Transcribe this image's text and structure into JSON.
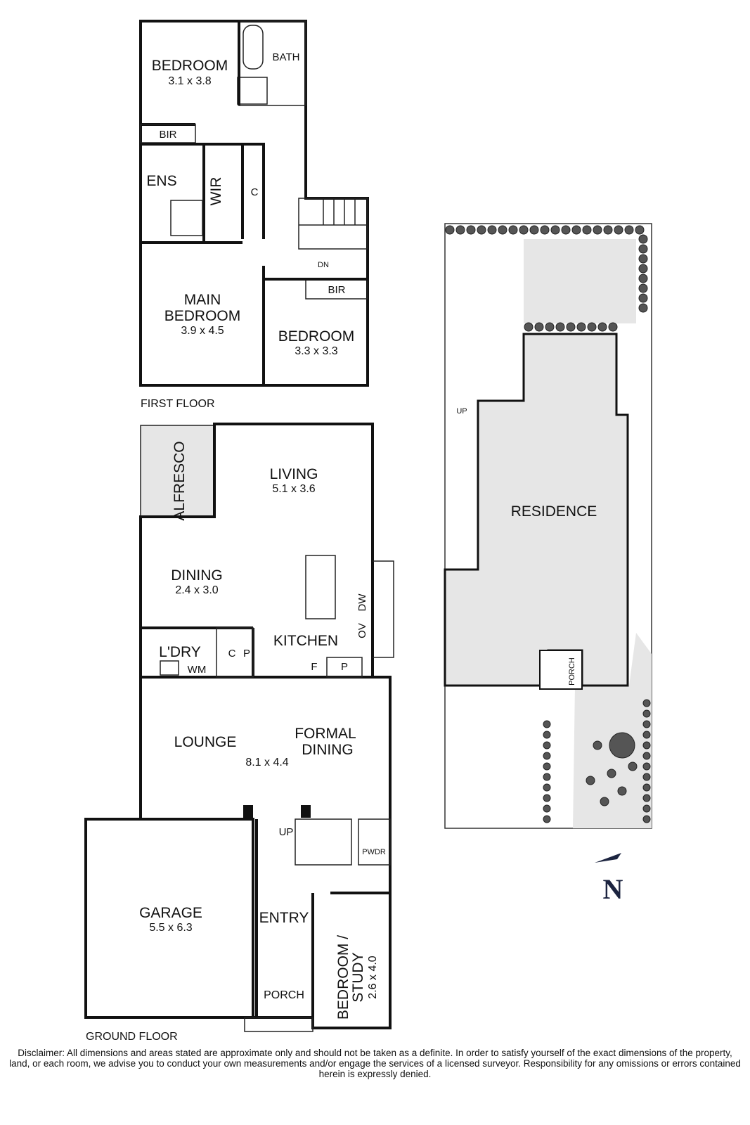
{
  "first_floor": {
    "title": "FIRST FLOOR",
    "rooms": [
      {
        "name": "BEDROOM",
        "dims": "3.1 x 3.8"
      },
      {
        "name": "BATH"
      },
      {
        "name": "BIR"
      },
      {
        "name": "ENS"
      },
      {
        "name": "WIR"
      },
      {
        "name": "C"
      },
      {
        "name": "DN"
      },
      {
        "name": "BIR"
      },
      {
        "name": "MAIN",
        "name2": "BEDROOM",
        "dims": "3.9 x 4.5"
      },
      {
        "name": "BEDROOM",
        "dims": "3.3 x 3.3"
      }
    ]
  },
  "ground_floor": {
    "title": "GROUND FLOOR",
    "rooms": [
      {
        "name": "ALFRESCO"
      },
      {
        "name": "LIVING",
        "dims": "5.1 x 3.6"
      },
      {
        "name": "DINING",
        "dims": "2.4 x 3.0"
      },
      {
        "name": "KITCHEN"
      },
      {
        "name": "DW"
      },
      {
        "name": "OV"
      },
      {
        "name": "L'DRY"
      },
      {
        "name": "WM"
      },
      {
        "name": "C"
      },
      {
        "name": "P"
      },
      {
        "name": "F"
      },
      {
        "name": "P"
      },
      {
        "name": "LOUNGE"
      },
      {
        "name": "FORMAL",
        "name2": "DINING"
      },
      {
        "dims": "8.1 x 4.4"
      },
      {
        "name": "UP"
      },
      {
        "name": "PWDR"
      },
      {
        "name": "GARAGE",
        "dims": "5.5 x 6.3"
      },
      {
        "name": "ENTRY"
      },
      {
        "name": "PORCH"
      },
      {
        "name": "BEDROOM /",
        "name2": "STUDY",
        "dims": "2.6 x 4.0"
      }
    ]
  },
  "site_plan": {
    "residence": "RESIDENCE",
    "porch": "PORCH",
    "up": "UP",
    "north": "N"
  },
  "disclaimer": "Disclaimer: All dimensions and areas stated are approximate only and should not be taken as a definite. In order to satisfy yourself of the exact dimensions of the property, land, or each room, we advise you to conduct your own measurements and/or engage the services of a licensed surveyor. Responsibility for any omissions or errors contained herein is expressly denied.",
  "colors": {
    "wall": "#111111",
    "shaded": "#e6e6e6",
    "north": "#1c2440"
  }
}
